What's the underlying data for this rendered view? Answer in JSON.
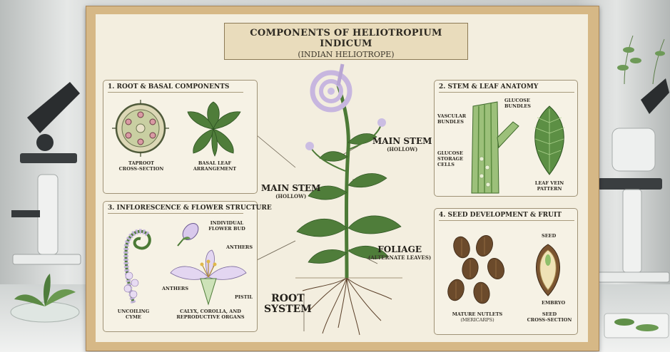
{
  "poster": {
    "title": "COMPONENTS OF HELIOTROPIUM INDICUM",
    "subtitle": "(INDIAN HELIOTROPE)"
  },
  "panels": {
    "root": {
      "title": "1. ROOT & BASAL COMPONENTS",
      "cap_cross_1": "TAPROOT",
      "cap_cross_2": "CROSS-SECTION",
      "cap_leaf_1": "BASAL LEAF",
      "cap_leaf_2": "ARRANGEMENT"
    },
    "stem": {
      "title": "2. STEM & LEAF ANATOMY",
      "vascular_1": "VASCULAR",
      "vascular_2": "BUNDLES",
      "glucose_bundles_1": "GLUCOSE",
      "glucose_bundles_2": "BUNDLES",
      "glucose_storage_1": "GLUCOSE",
      "glucose_storage_2": "STORAGE",
      "glucose_storage_3": "CELLS",
      "leaf_vein_1": "LEAF VEIN",
      "leaf_vein_2": "PATTERN"
    },
    "flower": {
      "title": "3. INFLORESCENCE & FLOWER STRUCTURE",
      "bud_1": "INDIVIDUAL",
      "bud_2": "FLOWER BUD",
      "anthers_top": "ANTHERS",
      "anthers_left": "ANTHERS",
      "pistil": "PISTIL",
      "cyme_1": "UNCOILING",
      "cyme_2": "CYME",
      "calyx_1": "CALYX, COROLLA, AND",
      "calyx_2": "REPRODUCTIVE ORGANS"
    },
    "seed": {
      "title": "4. SEED DEVELOPMENT & FRUIT",
      "seed": "SEED",
      "embryo": "EMBRYO",
      "nutlets_1": "MATURE NUTLETS",
      "nutlets_2": "(MERICARPS)",
      "cross_1": "SEED",
      "cross_2": "CROSS-SECTION"
    }
  },
  "callouts": {
    "main_stem_right": "MAIN STEM",
    "main_stem_right_sub": "(HOLLOW)",
    "main_stem_left": "MAIN STEM",
    "main_stem_left_sub": "(HOLLOW)",
    "foliage": "FOLIAGE",
    "foliage_sub": "(ALTERNATE LEAVES)",
    "root_1": "ROOT",
    "root_2": "SYSTEM"
  },
  "colors": {
    "paper": "#f3eedf",
    "frame": "#d6b886",
    "leaf_green": "#4f7d3a",
    "flower_lilac": "#cbb7e0",
    "seed_brown": "#6b4a2b"
  }
}
